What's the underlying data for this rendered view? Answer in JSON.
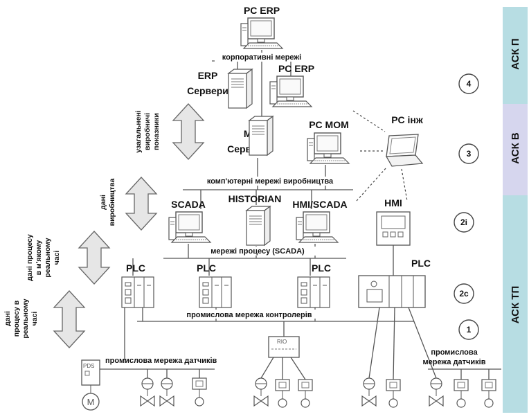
{
  "nodes": {
    "pc_erp_top": "PC ERP",
    "corp_network": "корпоративні мережі",
    "erp_servers": [
      "ERP",
      "Сервери"
    ],
    "pc_erp_2": "PC ERP",
    "pc_mom": "PC MOM",
    "pc_eng": "PC інж",
    "mom_servers": [
      "MOM",
      "Сервери"
    ],
    "prod_network": "комп'ютерні мережі виробництва",
    "scada": "SCADA",
    "historian": "HISTORIAN",
    "hmi_scada": "HMI/SCADA",
    "hmi": "HMI",
    "process_network": "мережі процесу (SCADA)",
    "plc_1": "PLC",
    "plc_2": "PLC",
    "plc_3": "PLC",
    "plc_4": "PLC",
    "controller_network": "промислова мережа контролерів",
    "rio": "RIO",
    "pds": "PDS",
    "motor": "M",
    "sensor_network_1": "промислова мережа датчиків",
    "sensor_network_2": [
      "промислова",
      "мережа датчиків"
    ]
  },
  "side_labels": {
    "kpi": [
      "узагальнені",
      "виробничі",
      "показники"
    ],
    "prod_data": [
      "дані",
      "виробництва"
    ],
    "soft_rt": [
      "дані процесу",
      "в м'якому",
      "реальному",
      "часі"
    ],
    "rt": [
      "дані",
      "процесу в",
      "реальному",
      "часі"
    ]
  },
  "levels": [
    "4",
    "3",
    "2i",
    "2c",
    "1"
  ],
  "bands": [
    "АСК П",
    "АСК В",
    "АСК ТП"
  ],
  "colors": {
    "band_p": "#b7dde3",
    "band_v": "#d6d6ee",
    "band_tp": "#b7dde3",
    "line": "#555555",
    "device_fill": "#ffffff",
    "device_stroke": "#555555",
    "arrow_fill": "#e6e6e6",
    "arrow_stroke": "#666666"
  }
}
